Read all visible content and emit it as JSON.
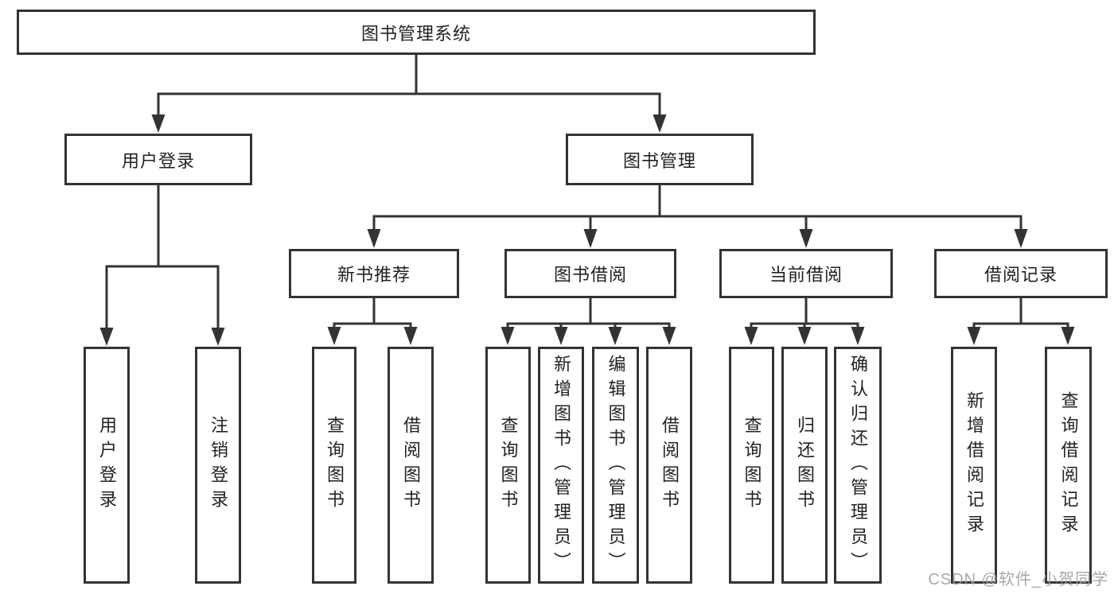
{
  "tree": {
    "root": "图书管理系统",
    "children": [
      {
        "label": "用户登录",
        "children": [
          "用户登录",
          "注销登录"
        ]
      },
      {
        "label": "图书管理",
        "children": [
          {
            "label": "新书推荐",
            "children": [
              "查询图书",
              "借阅图书"
            ]
          },
          {
            "label": "图书借阅",
            "children": [
              "查询图书",
              "新增图书（管理员）",
              "编辑图书（管理员）",
              "借阅图书"
            ]
          },
          {
            "label": "当前借阅",
            "children": [
              "查询图书",
              "归还图书",
              "确认归还（管理员）"
            ]
          },
          {
            "label": "借阅记录",
            "children": [
              "新增借阅记录",
              "查询借阅记录"
            ]
          }
        ]
      }
    ]
  },
  "watermark": {
    "text": "CSDN @软件_小贺同学"
  },
  "colors": {
    "line": "#333333",
    "text": "#222222",
    "background": "#ffffff",
    "watermark": "#9e9e9e"
  }
}
